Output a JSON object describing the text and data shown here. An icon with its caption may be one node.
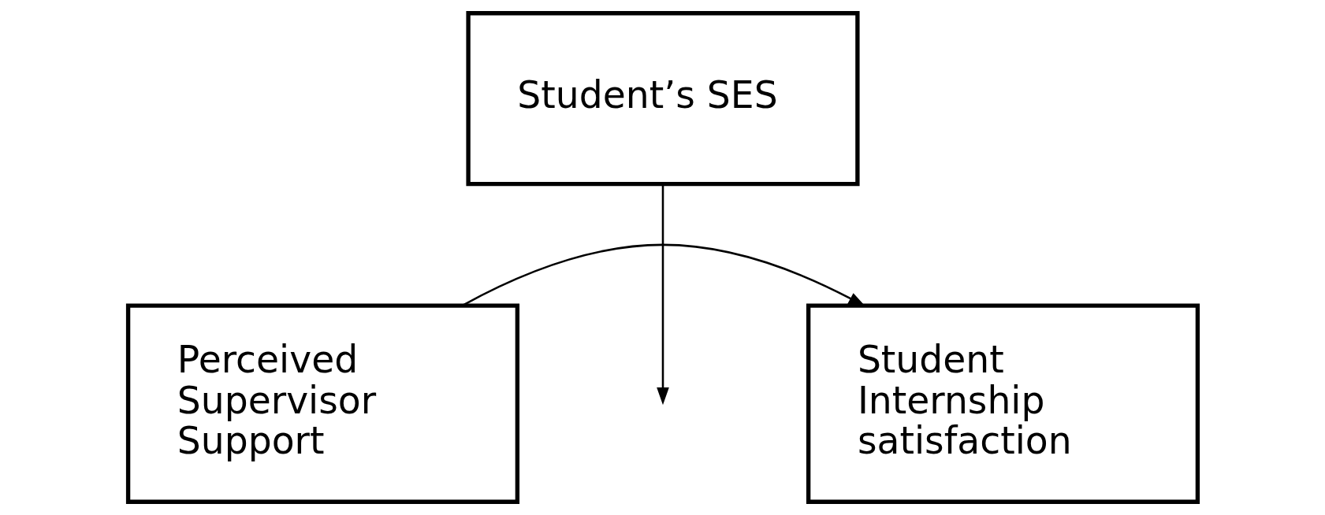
{
  "diagram": {
    "nodes": [
      {
        "text": [
          "Student’s SES"
        ]
      },
      {
        "text": [
          "Perceived Supervisor Support"
        ]
      },
      {
        "text": [
          "Student Internship satisfaction"
        ]
      }
    ],
    "edges": [
      {
        "from": 1,
        "to": 2,
        "arrow": "to"
      },
      {
        "from": 0,
        "to": null,
        "arrow": "to"
      }
    ]
  }
}
